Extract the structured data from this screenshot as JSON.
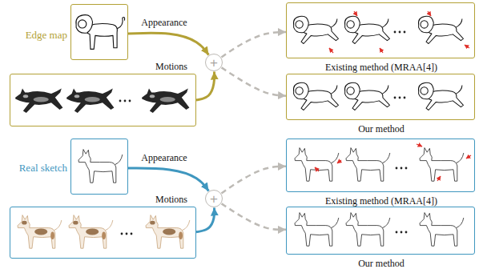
{
  "diagram": {
    "nodes": [
      {
        "text": [
          "Edge map"
        ]
      },
      {
        "text": [
          "Motions"
        ]
      },
      {
        "text": [
          "+"
        ]
      },
      {
        "text": [
          "Existing method (MRAA[4])"
        ]
      },
      {
        "text": [
          "Our method"
        ]
      },
      {
        "text": [
          "Real sketch"
        ]
      },
      {
        "text": [
          "Motions"
        ]
      },
      {
        "text": [
          "+"
        ]
      },
      {
        "text": [
          "Existing method (MRAA[4])"
        ]
      },
      {
        "text": [
          "Our method"
        ]
      }
    ],
    "edges": [
      {
        "from": 0,
        "to": 2,
        "label": "Appearance",
        "arrow": "to"
      },
      {
        "from": 1,
        "to": 2,
        "arrow": "to"
      },
      {
        "from": 2,
        "to": 3,
        "arrow": "to"
      },
      {
        "from": 2,
        "to": 4,
        "arrow": "to"
      },
      {
        "from": 5,
        "to": 7,
        "label": "Appearance",
        "arrow": "to"
      },
      {
        "from": 6,
        "to": 7,
        "arrow": "to"
      },
      {
        "from": 7,
        "to": 8,
        "arrow": "to"
      },
      {
        "from": 7,
        "to": 9,
        "arrow": "to"
      }
    ]
  }
}
